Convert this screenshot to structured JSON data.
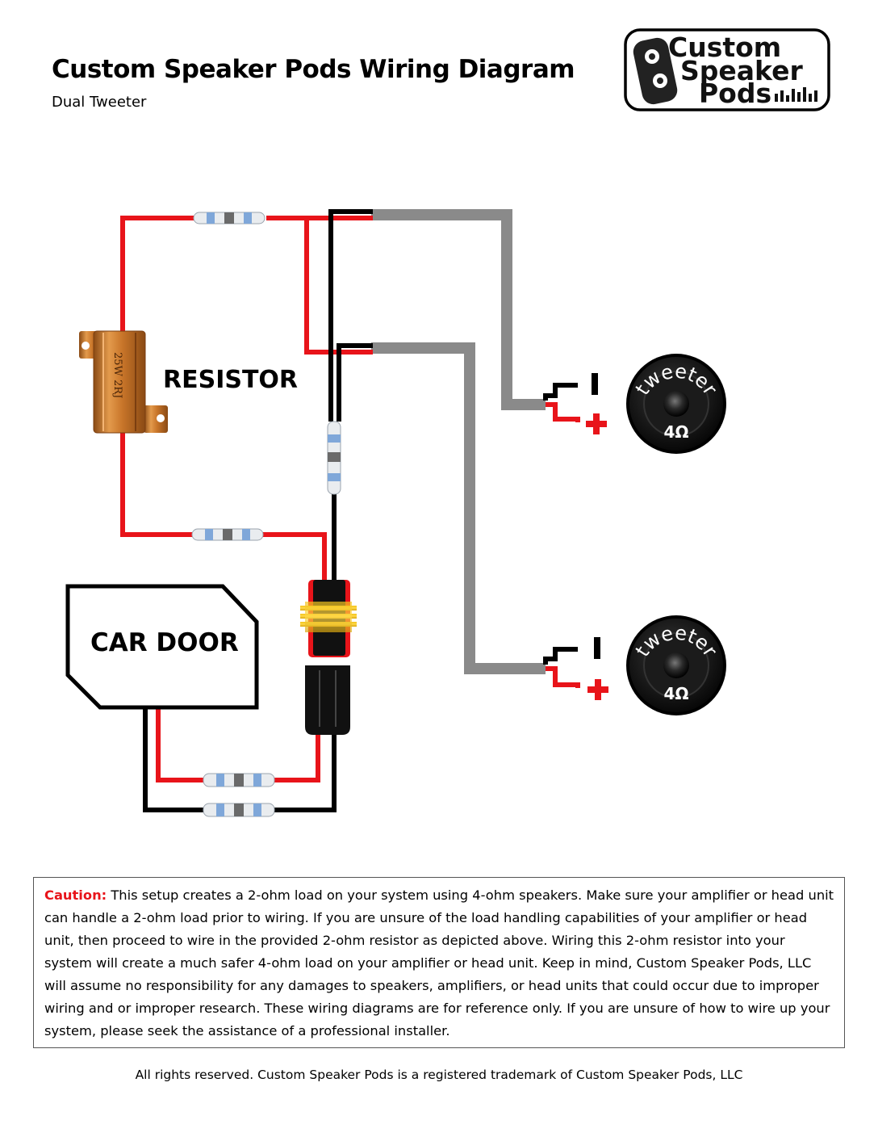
{
  "header": {
    "title": "Custom Speaker Pods Wiring Diagram",
    "subtitle": "Dual Tweeter"
  },
  "logo": {
    "line1": "Custom",
    "line2": "Speaker",
    "line3": "Pods"
  },
  "diagram": {
    "resistor_label": "RESISTOR",
    "resistor_marking": "25W 2RJ",
    "car_door_label": "CAR DOOR",
    "tweeters": [
      {
        "name": "tweeter",
        "impedance": "4Ω",
        "minus": "-",
        "plus": "+"
      },
      {
        "name": "tweeter",
        "impedance": "4Ω",
        "minus": "-",
        "plus": "+"
      }
    ],
    "colors": {
      "positive_wire": "#e8141a",
      "negative_wire": "#000000",
      "speaker_cable": "#8a8a8a",
      "resistor_body": "#c9762a"
    }
  },
  "caution": {
    "label": "Caution:",
    "text": " This setup creates a 2-ohm load on your system using 4-ohm speakers.  Make sure your amplifier or head unit can handle a 2-ohm load prior to wiring.  If you are unsure of the load handling capabilities of your amplifier or head unit, then proceed to wire in the provided 2-ohm resistor as depicted above.  Wiring this 2-ohm resistor into your system will create a much safer 4-ohm load on your amplifier or head unit.  Keep in mind, Custom Speaker Pods, LLC will assume no responsibility for any damages to speakers, amplifiers, or head units that could occur due to improper wiring and or improper research.  These wiring diagrams are for reference only.  If you are unsure of how to wire up your system, please seek the assistance of a professional installer."
  },
  "footer": {
    "text": "All rights reserved. Custom Speaker Pods is a registered trademark of Custom Speaker Pods, LLC"
  }
}
